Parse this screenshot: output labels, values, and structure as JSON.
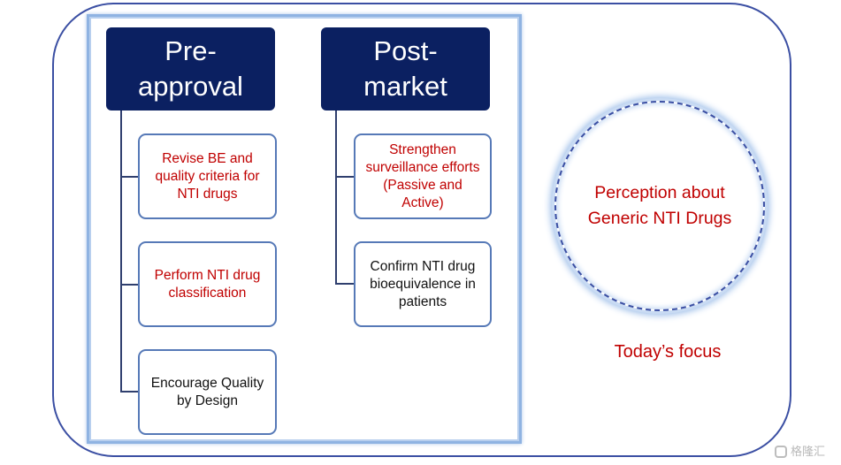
{
  "columns": [
    {
      "header": "Pre-\napproval",
      "items": [
        {
          "text": "Revise BE and\nquality criteria for\nNTI drugs",
          "color": "#c00000"
        },
        {
          "text": "Perform NTI drug\nclassification",
          "color": "#c00000"
        },
        {
          "text": "Encourage Quality\nby Design",
          "color": "#111111"
        }
      ]
    },
    {
      "header": "Post-\nmarket",
      "items": [
        {
          "text": "Strengthen\nsurveillance efforts\n(Passive and\nActive)",
          "color": "#c00000"
        },
        {
          "text": "Confirm NTI drug\nbioequivalence in\npatients",
          "color": "#111111"
        }
      ]
    }
  ],
  "focus_circle": {
    "text": "Perception about\nGeneric NTI Drugs"
  },
  "focus_label": "Today’s focus",
  "watermark": "格隆汇",
  "colors": {
    "header_bg": "#0b2061",
    "highlight": "#c00000",
    "border": "#5679b7"
  }
}
